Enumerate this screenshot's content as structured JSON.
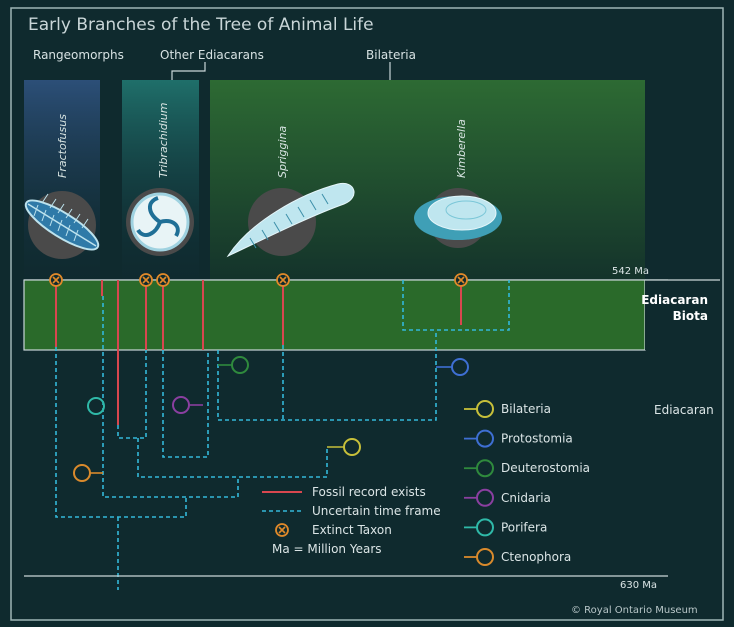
{
  "title": "Early Branches of the Tree of Animal Life",
  "groups": {
    "rangeomorphs": "Rangeomorphs",
    "other_ediacarans": "Other Ediacarans",
    "bilateria": "Bilateria"
  },
  "taxa": [
    "Fractofusus",
    "Tribrachidium",
    "Spriggina",
    "Kimberella"
  ],
  "time_marks": {
    "top": "542 Ma",
    "bottom": "630 Ma"
  },
  "biota_label": [
    "Ediacaran",
    "Biota"
  ],
  "period_label": "Ediacaran",
  "legend_keys": [
    {
      "label": "Fossil record exists"
    },
    {
      "label": "Uncertain time frame"
    },
    {
      "label": "Extinct Taxon"
    },
    {
      "label": "Ma = Million Years"
    }
  ],
  "clades": [
    {
      "label": "Bilateria",
      "color": "#c7c03a"
    },
    {
      "label": "Protostomia",
      "color": "#3e6fd3"
    },
    {
      "label": "Deuterostomia",
      "color": "#2f8a3d"
    },
    {
      "label": "Cnidaria",
      "color": "#8a3fa0"
    },
    {
      "label": "Porifera",
      "color": "#2fb9a8"
    },
    {
      "label": "Ctenophora",
      "color": "#d98a2c"
    }
  ],
  "credit": "© Royal Ontario Museum",
  "colors": {
    "background": "#0f2a2e",
    "frame": "#9fb6b6",
    "ediacaran_band": "#2a6a2a",
    "fossil_line": "#d8474f",
    "uncertain_line": "#33b8d9",
    "extinct_marker": "#e08a2a"
  },
  "icons": {
    "extinct": "circled-x-icon",
    "clade": "ring-lollipop-icon"
  }
}
